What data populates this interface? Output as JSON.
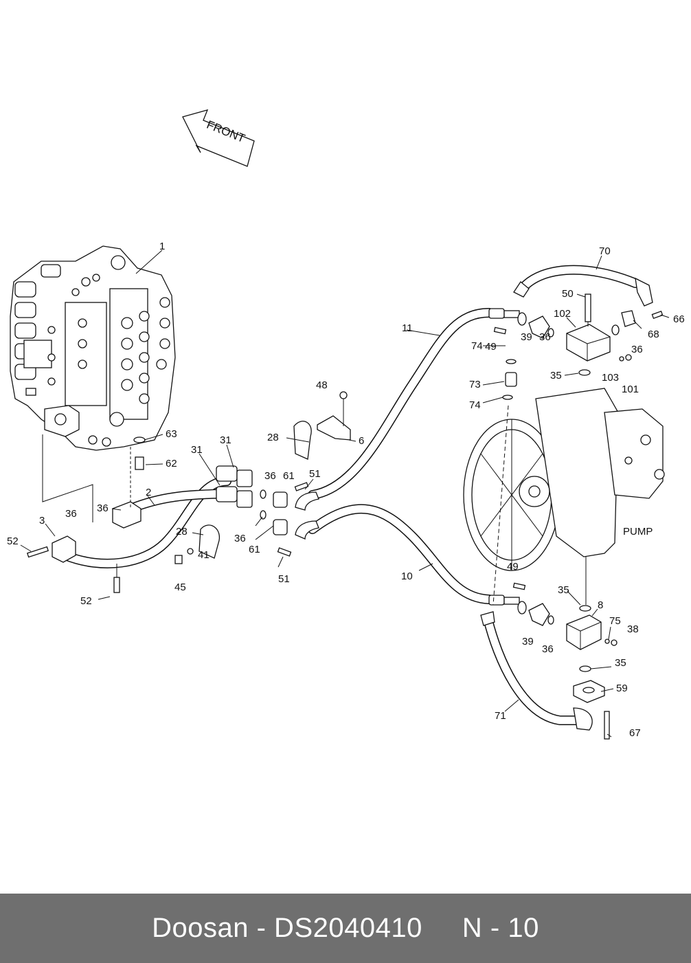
{
  "diagram": {
    "front_label": "FRONT",
    "pump_label": "PUMP",
    "callouts": [
      "1",
      "70",
      "50",
      "66",
      "102",
      "68",
      "49",
      "39",
      "36",
      "36",
      "74",
      "103",
      "35",
      "101",
      "73",
      "74",
      "11",
      "48",
      "28",
      "6",
      "63",
      "62",
      "31",
      "31",
      "36",
      "61",
      "51",
      "2",
      "36",
      "36",
      "3",
      "52",
      "28",
      "36",
      "61",
      "41",
      "45",
      "51",
      "52",
      "10",
      "49",
      "35",
      "8",
      "75",
      "38",
      "39",
      "36",
      "35",
      "59",
      "71",
      "67"
    ]
  },
  "footer": {
    "text": "Doosan - DS2040410     N - 10"
  }
}
